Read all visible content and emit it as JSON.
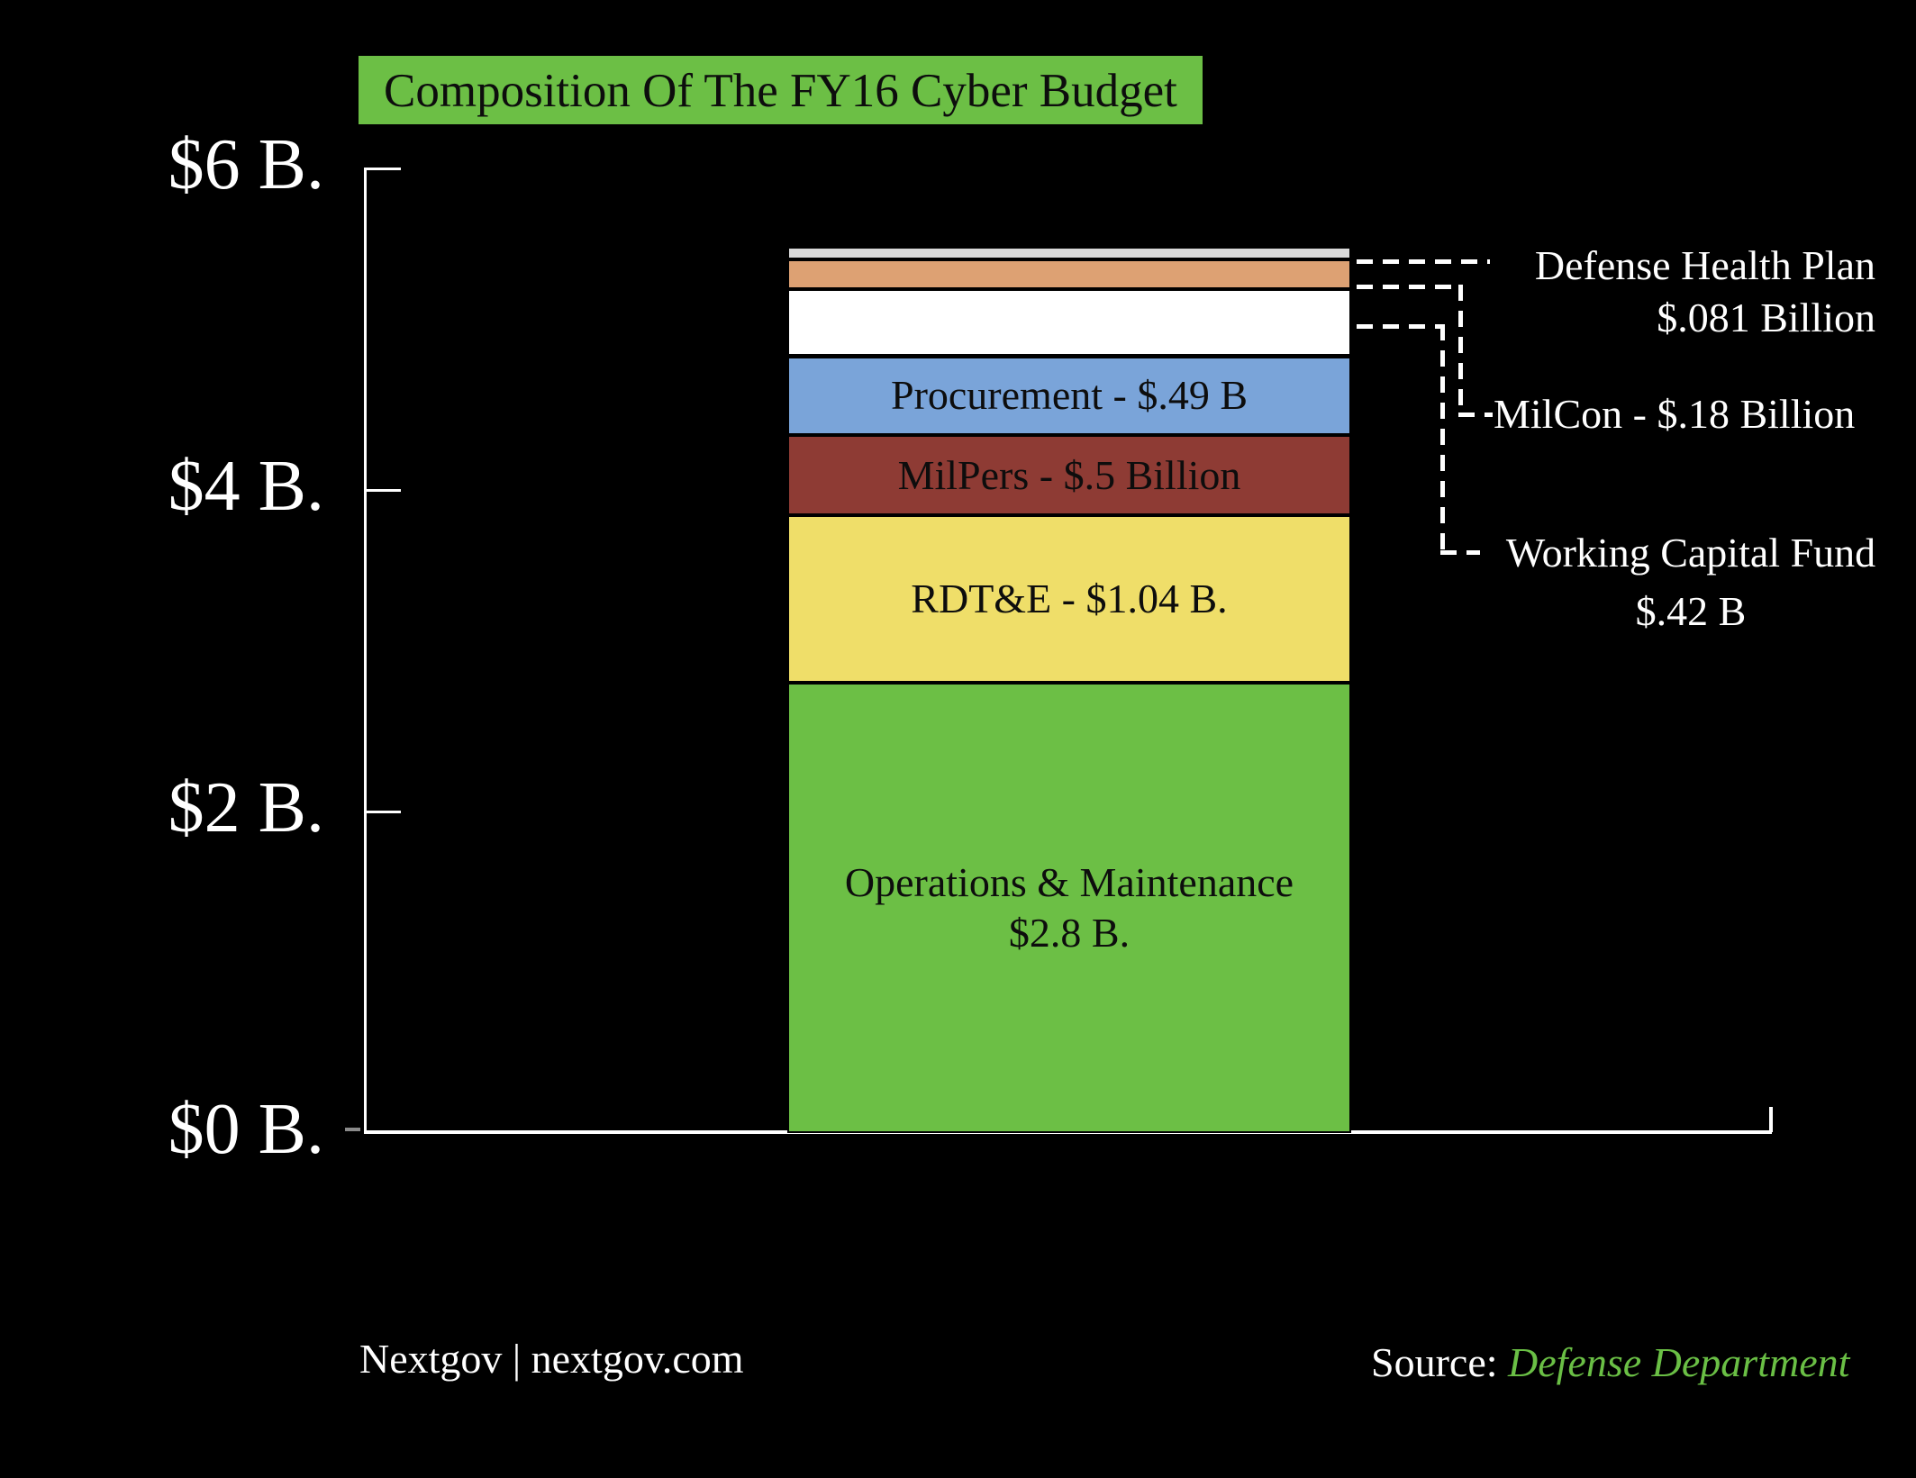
{
  "title": "Composition Of The FY16 Cyber Budget",
  "chart_data": {
    "type": "bar",
    "stacked": true,
    "title": "Composition Of The FY16 Cyber Budget",
    "unit": "billions of dollars",
    "ylim": [
      0,
      6
    ],
    "grid": false,
    "yticks": [
      {
        "label": "$6 B.",
        "value": 6
      },
      {
        "label": "$4 B.",
        "value": 4
      },
      {
        "label": "$2 B.",
        "value": 2
      },
      {
        "label": "$0 B.",
        "value": 0
      }
    ],
    "segments_bottom_to_top": [
      {
        "name": "Operations & Maintenance",
        "value": 2.8,
        "color": "#6cbf45",
        "label_lines": [
          "Operations & Maintenance",
          "$2.8 B."
        ]
      },
      {
        "name": "RDT&E",
        "value": 1.04,
        "color": "#efde69",
        "label_lines": [
          "RDT&E - $1.04 B."
        ]
      },
      {
        "name": "MilPers",
        "value": 0.5,
        "color": "#8e3b34",
        "label_lines": [
          "MilPers -  $.5 Billion"
        ]
      },
      {
        "name": "Procurement",
        "value": 0.49,
        "color": "#7aa4d9",
        "label_lines": [
          "Procurement - $.49 B"
        ]
      },
      {
        "name": "Working Capital Fund",
        "value": 0.42,
        "color": "#ffffff",
        "label_lines": []
      },
      {
        "name": "MilCon",
        "value": 0.18,
        "color": "#dda173",
        "label_lines": []
      },
      {
        "name": "Defense Health Plan",
        "value": 0.081,
        "color": "#d9d9d9",
        "label_lines": []
      }
    ],
    "annotations": {
      "dhp": {
        "line1": "Defense Health Plan",
        "line2": "$.081 Billion"
      },
      "milcon": {
        "text": "MilCon - $.18 Billion"
      },
      "wcf": {
        "line1": "Working Capital Fund",
        "line2": "$.42 B"
      }
    }
  },
  "footer": {
    "credit": "Nextgov | nextgov.com",
    "source_label": "Source: ",
    "source_value": "Defense Department"
  },
  "colors": {
    "background": "#000000",
    "accent_green": "#6cbf45",
    "axis": "#ffffff"
  }
}
